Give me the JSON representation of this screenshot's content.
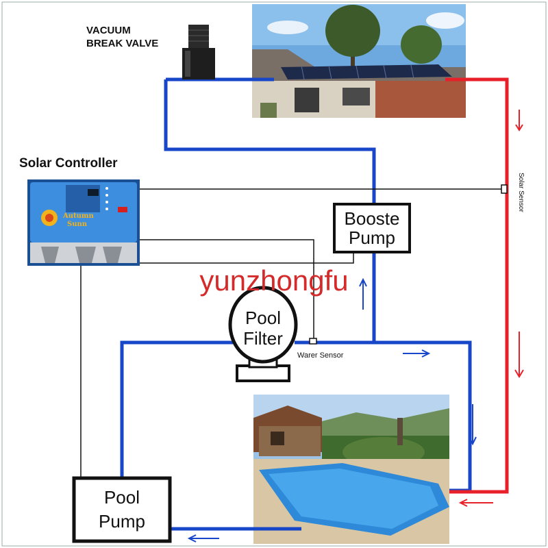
{
  "labels": {
    "vacuum_line1": "VACUUM",
    "vacuum_line2": "BREAK VALVE",
    "solar_controller": "Solar Controller",
    "booster_line1": "Booste",
    "booster_line2": "Pump",
    "filter_line1": "Pool",
    "filter_line2": "Filter",
    "water_sensor": "Warer Sensor",
    "solar_sensor": "Solar Sensor",
    "pool_pump_line1": "Pool",
    "pool_pump_line2": "Pump",
    "watermark": "yunzhongfu",
    "controller_brand_line1": "Autumn",
    "controller_brand_line2": "Sunn"
  },
  "colors": {
    "cold_pipe": "#1846c8",
    "hot_pipe": "#e8202a",
    "wire": "#111111",
    "watermark": "#d42a2a"
  }
}
